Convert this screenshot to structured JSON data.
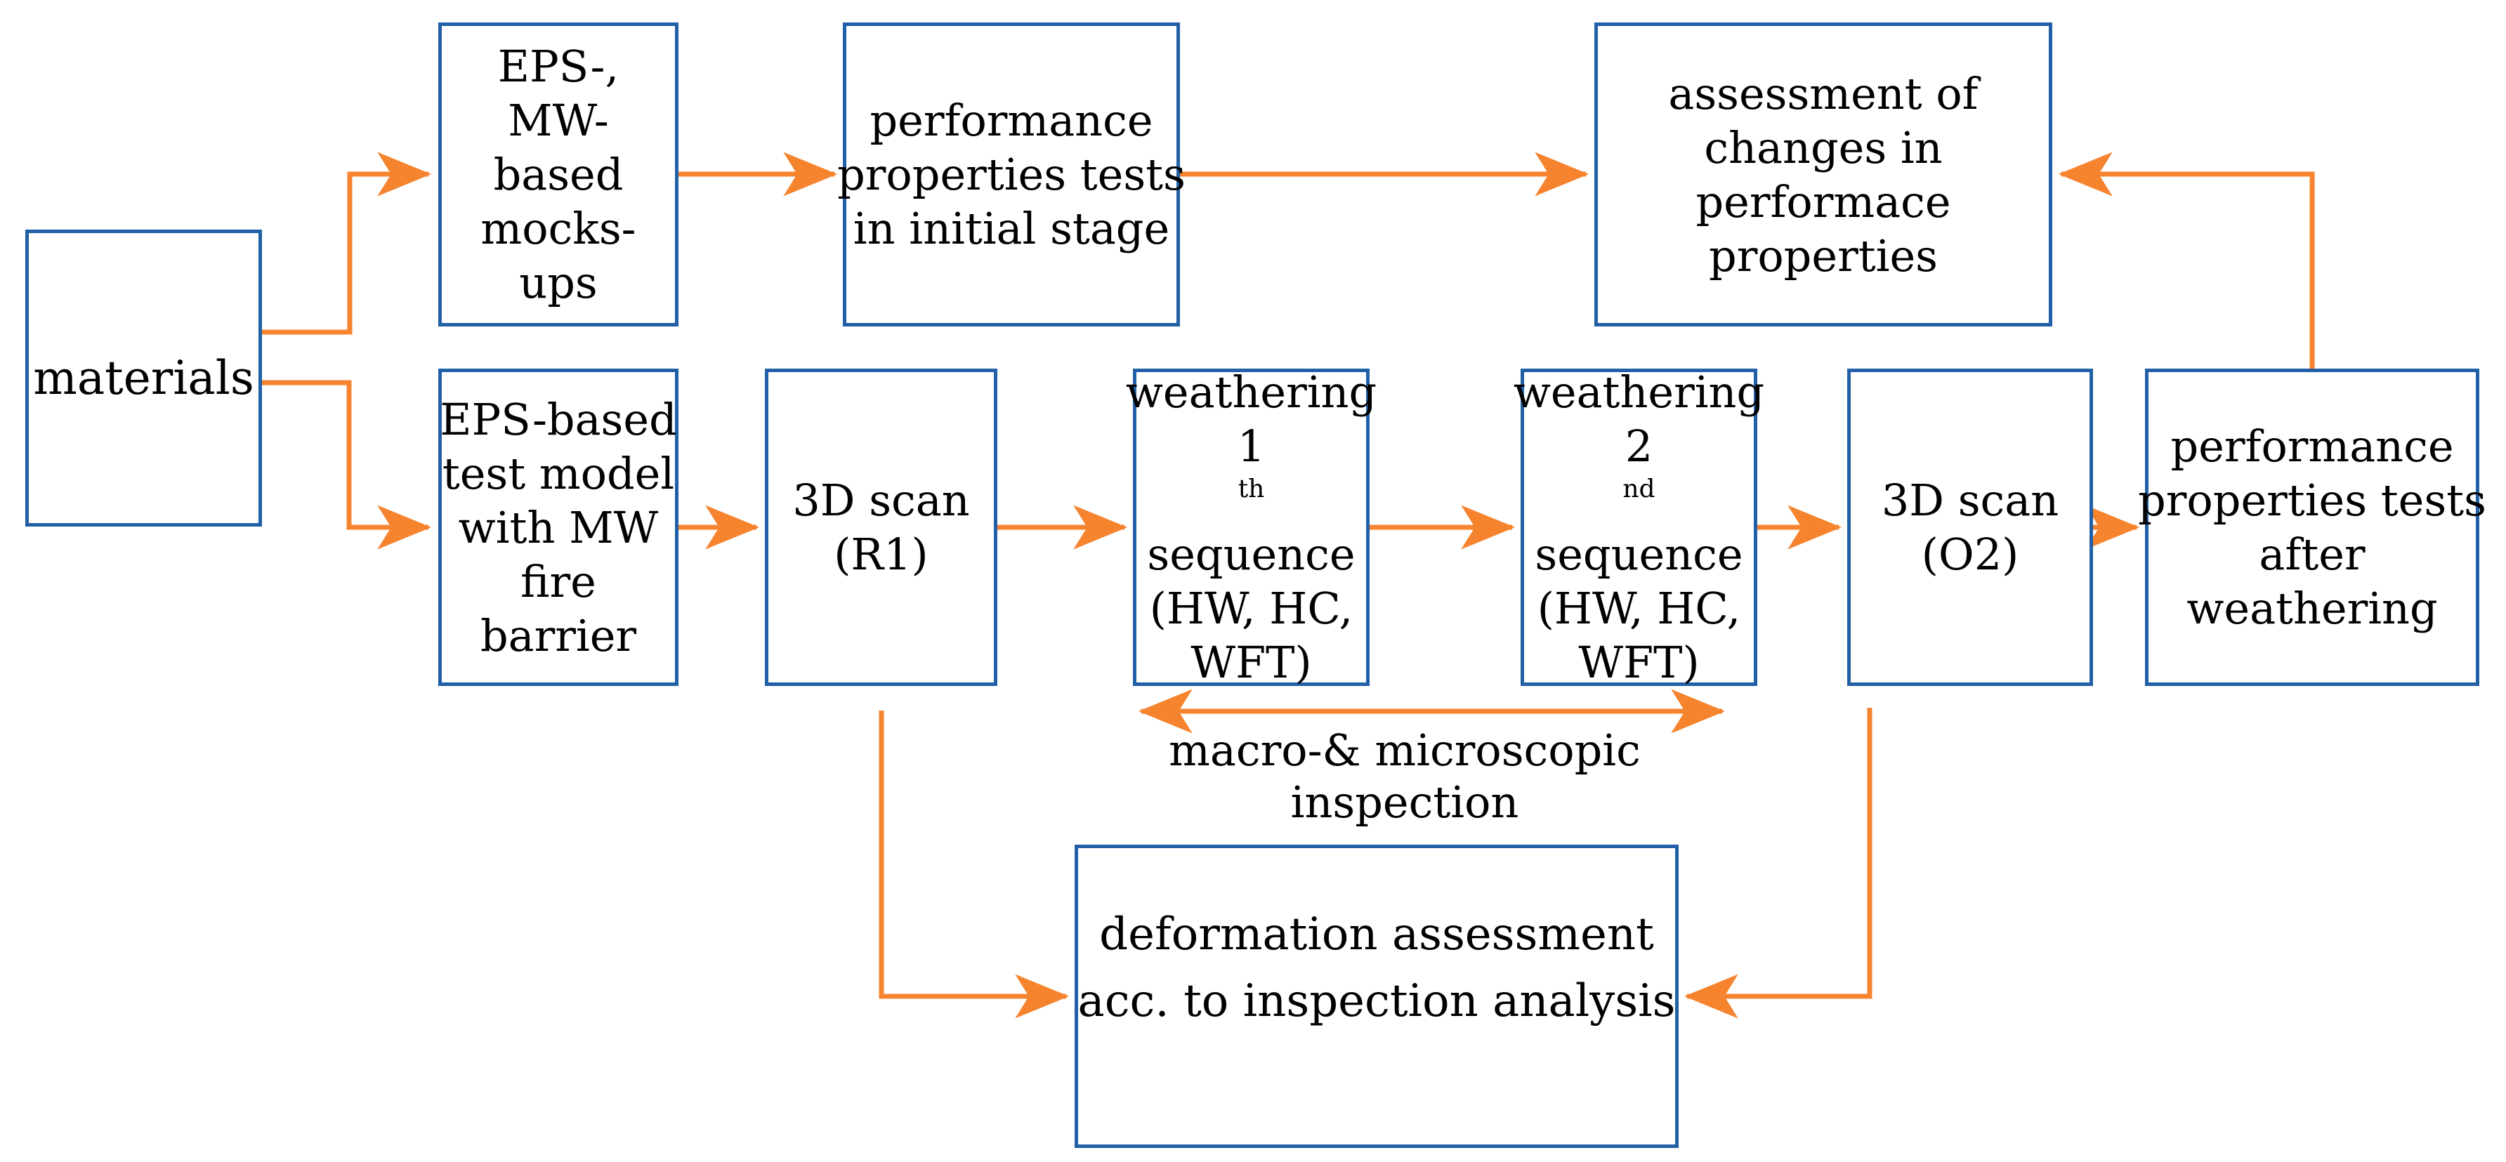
{
  "colors": {
    "bg": "#FFFFFF",
    "box_border": "#2160A6",
    "arrow": "#F6842F",
    "text": "#000000"
  },
  "boxes": {
    "materials": {
      "lines": [
        "materials"
      ]
    },
    "eps_mockups": {
      "lines": [
        "EPS-,",
        "MW-",
        "based",
        "mocks-",
        "ups"
      ]
    },
    "perf_initial": {
      "lines": [
        "performance",
        "properties tests",
        "in initial stage"
      ]
    },
    "assessment": {
      "lines": [
        "assessment of",
        "changes in",
        "performace",
        "properties"
      ]
    },
    "eps_test_model": {
      "lines": [
        "EPS-based",
        "test model",
        "with MW",
        "fire",
        "barrier"
      ]
    },
    "scan_r1": {
      "lines": [
        "3D scan",
        "(R1)"
      ]
    },
    "weathering_1": {
      "line1": "weathering",
      "ordinal": "1",
      "ordinal_suffix": "th",
      "line2_rest": " sequence",
      "line3": "(HW, HC,",
      "line4": "WFT)"
    },
    "weathering_2": {
      "line1": "weathering",
      "ordinal": "2",
      "ordinal_suffix": "nd",
      "line2_rest": " sequence",
      "line3": "(HW, HC,",
      "line4": "WFT)"
    },
    "scan_o2": {
      "lines": [
        "3D scan",
        "(O2)"
      ]
    },
    "perf_after": {
      "lines": [
        "performance",
        "properties tests",
        "after",
        "weathering"
      ]
    },
    "deformation": {
      "lines": [
        "deformation assessment",
        "acc. to inspection analysis"
      ]
    }
  },
  "labels": {
    "inspection": {
      "line1": "macro-& microscopic",
      "line2": "inspection"
    }
  },
  "connections": [
    {
      "from": "materials",
      "to": "eps_mockups",
      "style": "elbow"
    },
    {
      "from": "materials",
      "to": "eps_test_model",
      "style": "elbow"
    },
    {
      "from": "eps_mockups",
      "to": "perf_initial",
      "style": "straight"
    },
    {
      "from": "perf_initial",
      "to": "assessment",
      "style": "straight"
    },
    {
      "from": "eps_test_model",
      "to": "scan_r1",
      "style": "straight"
    },
    {
      "from": "scan_r1",
      "to": "weathering_1",
      "style": "straight"
    },
    {
      "from": "weathering_1",
      "to": "weathering_2",
      "style": "straight"
    },
    {
      "from": "weathering_2",
      "to": "scan_o2",
      "style": "straight"
    },
    {
      "from": "scan_o2",
      "to": "perf_after",
      "style": "straight"
    },
    {
      "from": "perf_after",
      "to": "assessment",
      "style": "elbow"
    },
    {
      "from": "weathering_1",
      "to": "weathering_2",
      "style": "double-headed",
      "label": "macro-& microscopic inspection"
    },
    {
      "from": "scan_r1",
      "to": "deformation",
      "style": "elbow"
    },
    {
      "from": "scan_o2",
      "to": "deformation",
      "style": "elbow"
    }
  ]
}
